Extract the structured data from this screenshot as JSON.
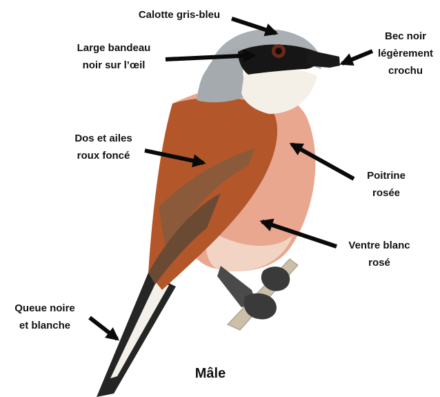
{
  "caption": "Mâle",
  "colors": {
    "text": "#111111",
    "arrow": "#0a0a0a",
    "cap": "#aab0b4",
    "mask": "#171717",
    "throat": "#f3efe6",
    "back": "#b4582a",
    "breast": "#e8a48c",
    "belly": "#f2d6c8",
    "tail": "#222222",
    "branch": "#c8bca8"
  },
  "labels": {
    "cap": [
      "Calotte gris-bleu"
    ],
    "mask": [
      "Large bandeau",
      "noir sur l’œil"
    ],
    "bill": [
      "Bec noir",
      "légèrement",
      "crochu"
    ],
    "back": [
      "Dos et ailes",
      "roux foncé"
    ],
    "breast": [
      "Poitrine",
      "rosée"
    ],
    "belly": [
      "Ventre blanc",
      "rosé"
    ],
    "tail": [
      "Queue noire",
      "et blanche"
    ]
  },
  "icons": [
    "bird-illustration",
    "arrow-icon"
  ]
}
